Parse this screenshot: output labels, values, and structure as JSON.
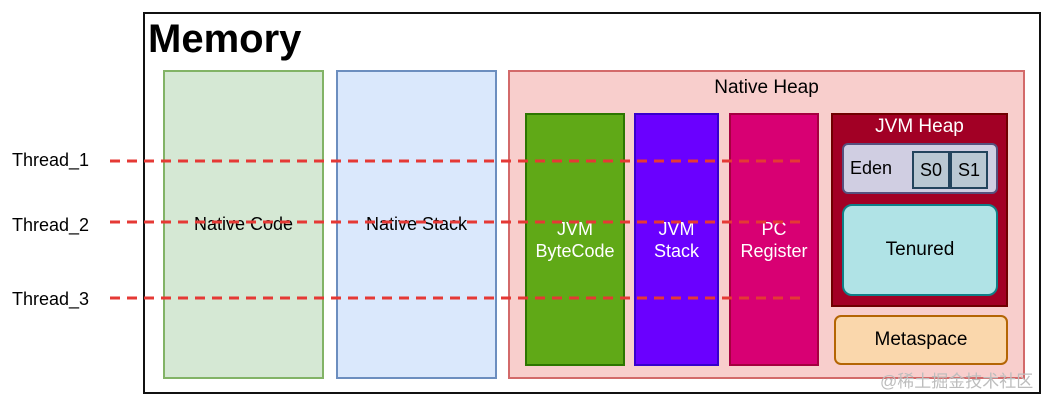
{
  "title": "Memory",
  "regions": {
    "native_code": "Native Code",
    "native_stack": "Native Stack",
    "native_heap": "Native Heap",
    "jvm_bytecode": [
      "JVM",
      "ByteCode"
    ],
    "jvm_stack": [
      "JVM",
      "Stack"
    ],
    "pc_register": [
      "PC",
      "Register"
    ],
    "jvm_heap": "JVM Heap",
    "eden": "Eden",
    "s0": "S0",
    "s1": "S1",
    "tenured": "Tenured",
    "metaspace": "Metaspace"
  },
  "threads": [
    "Thread_1",
    "Thread_2",
    "Thread_3"
  ],
  "colors": {
    "thread_line": "#e53935"
  },
  "watermark": "@稀土掘金技术社区"
}
